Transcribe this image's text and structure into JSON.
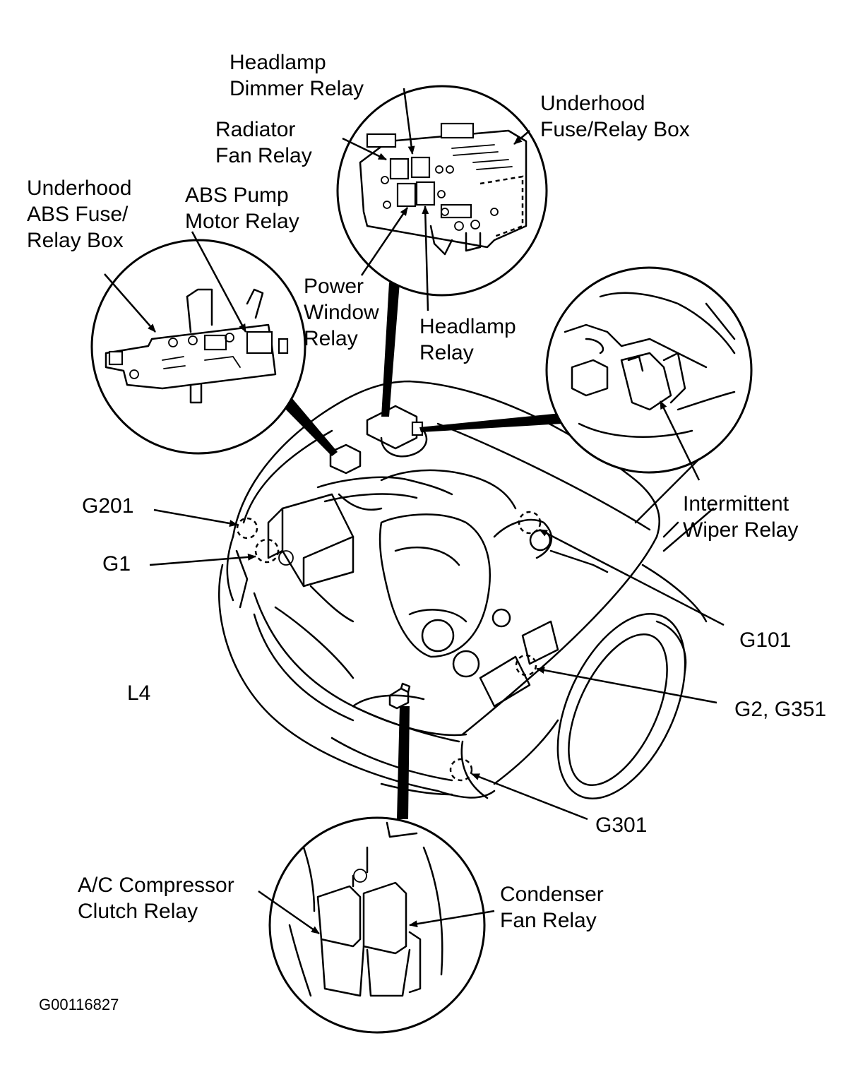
{
  "labels": {
    "headlamp_dimmer_relay": "Headlamp\nDimmer Relay",
    "underhood_fuse_relay_box": "Underhood\nFuse/Relay Box",
    "radiator_fan_relay": "Radiator\nFan Relay",
    "underhood_abs_fuse_relay_box": "Underhood\nABS Fuse/\nRelay Box",
    "abs_pump_motor_relay": "ABS Pump\nMotor Relay",
    "power_window_relay": "Power\nWindow\nRelay",
    "headlamp_relay": "Headlamp\nRelay",
    "intermittent_wiper_relay": "Intermittent\nWiper Relay",
    "g201": "G201",
    "g1": "G1",
    "g101": "G101",
    "l4": "L4",
    "g2_g351": "G2, G351",
    "g301": "G301",
    "ac_compressor_clutch_relay": "A/C Compressor\nClutch Relay",
    "condenser_fan_relay": "Condenser\nFan Relay",
    "figure_code": "G00116827"
  }
}
